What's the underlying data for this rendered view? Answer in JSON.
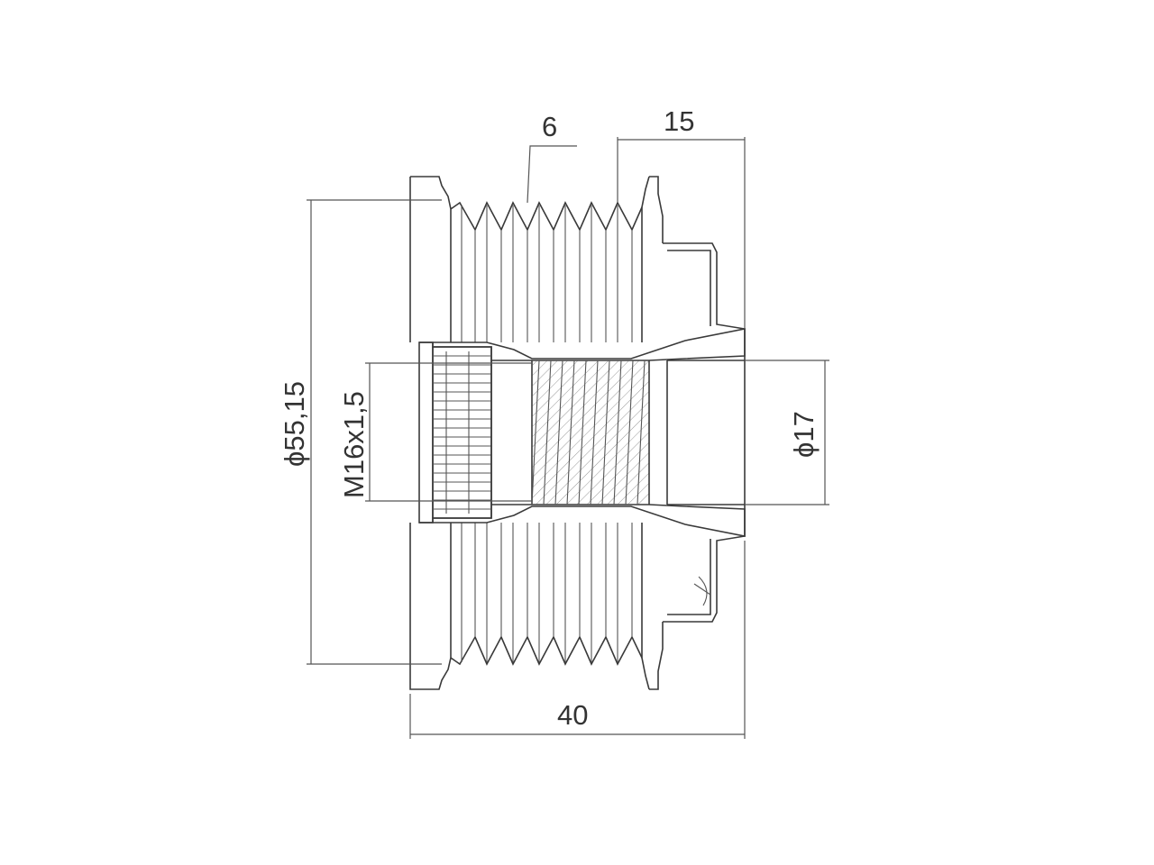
{
  "drawing": {
    "dimensions": {
      "groove_count": "6",
      "hub_length": "15",
      "outer_diameter": "ϕ55,15",
      "thread": "M16x1,5",
      "bore_diameter": "ϕ17",
      "overall_length": "40"
    }
  }
}
